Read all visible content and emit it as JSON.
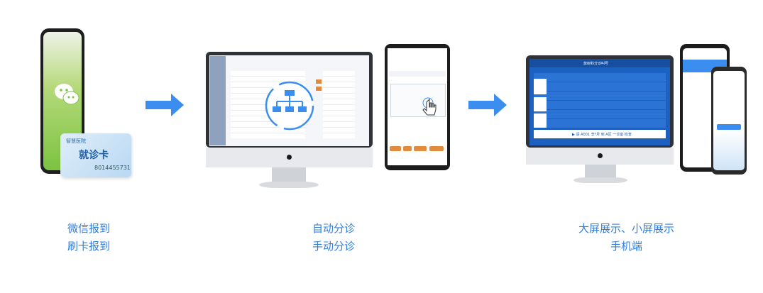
{
  "card": {
    "brand": "智慧医院",
    "title": "就诊卡",
    "number": "8014455731"
  },
  "captions": {
    "left_line1": "微信报到",
    "left_line2": "刷卡报到",
    "middle_line1": "自动分诊",
    "middle_line2": "手动分诊",
    "right_line1": "大屏展示、小屏展示",
    "right_line2": "手机端"
  },
  "big_screen": {
    "title": "放射科分诊叫号",
    "calling": "▶ 请 A001 李*月 到 A区 一诊室 检查"
  },
  "colors": {
    "accent": "#2f7fe0",
    "arrow": "#3b8ef0",
    "wechat_green": "#7cc342"
  }
}
